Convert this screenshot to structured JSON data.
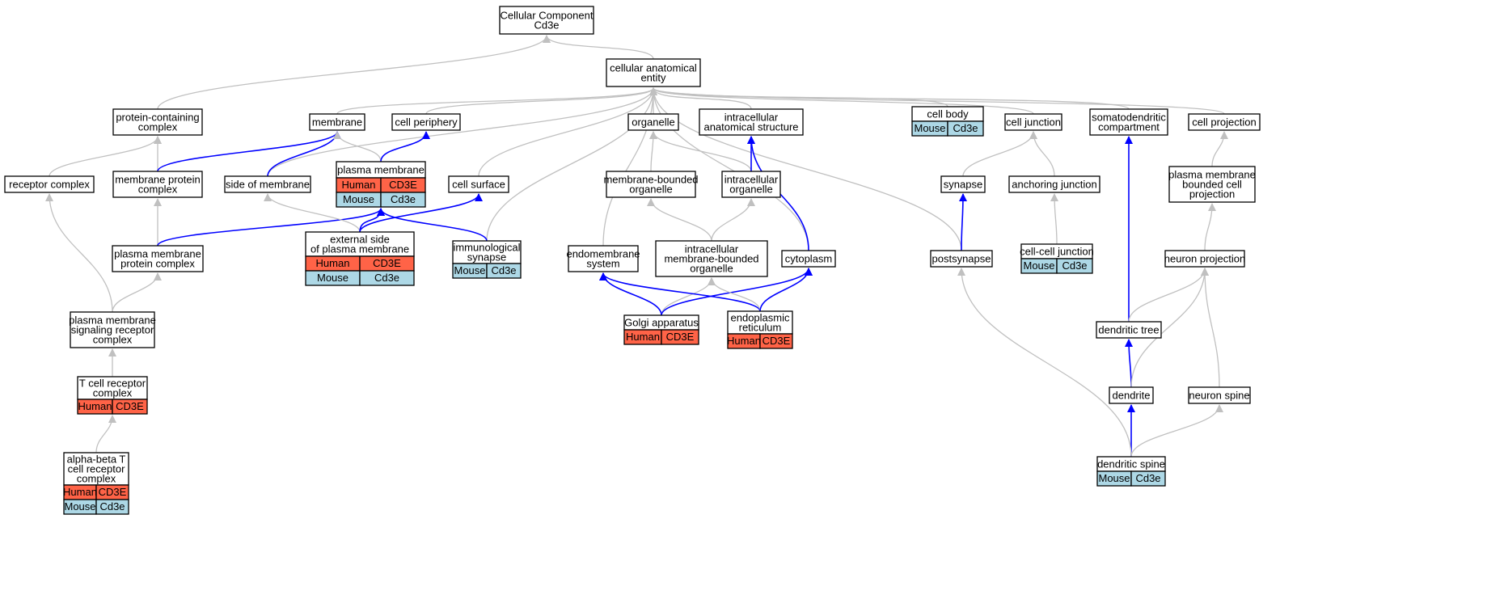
{
  "colors": {
    "edge_gray": "#c0c0c0",
    "edge_blue": "#0000ff",
    "human": "#ff6347",
    "mouse": "#add8e6"
  },
  "nodes": {
    "root": {
      "lines": [
        "Cellular Component",
        "Cd3e"
      ]
    },
    "cae": {
      "lines": [
        "cellular anatomical",
        "entity"
      ]
    },
    "pcc": {
      "lines": [
        "protein-containing",
        "complex"
      ]
    },
    "membrane": {
      "lines": [
        "membrane"
      ]
    },
    "cellperiph": {
      "lines": [
        "cell periphery"
      ]
    },
    "organelle": {
      "lines": [
        "organelle"
      ]
    },
    "ias": {
      "lines": [
        "intracellular",
        "anatomical structure"
      ]
    },
    "cellbody": {
      "lines": [
        "cell body"
      ],
      "rows": [
        [
          "Mouse",
          "Cd3e"
        ]
      ]
    },
    "celljunction": {
      "lines": [
        "cell junction"
      ]
    },
    "somato": {
      "lines": [
        "somatodendritic",
        "compartment"
      ]
    },
    "cellproj": {
      "lines": [
        "cell projection"
      ]
    },
    "receptor": {
      "lines": [
        "receptor complex"
      ]
    },
    "mpc": {
      "lines": [
        "membrane protein",
        "complex"
      ]
    },
    "sidemem": {
      "lines": [
        "side of membrane"
      ]
    },
    "pm": {
      "lines": [
        "plasma membrane"
      ],
      "rows": [
        [
          "Human",
          "CD3E"
        ],
        [
          "Mouse",
          "Cd3e"
        ]
      ]
    },
    "cellsurface": {
      "lines": [
        "cell surface"
      ]
    },
    "mbo": {
      "lines": [
        "membrane-bounded",
        "organelle"
      ]
    },
    "io": {
      "lines": [
        "intracellular",
        "organelle"
      ]
    },
    "synapse": {
      "lines": [
        "synapse"
      ]
    },
    "anchoring": {
      "lines": [
        "anchoring junction"
      ]
    },
    "pmbcp": {
      "lines": [
        "plasma membrane",
        "bounded cell",
        "projection"
      ]
    },
    "pmpc": {
      "lines": [
        "plasma membrane",
        "protein complex"
      ]
    },
    "esopm": {
      "lines": [
        "external side",
        "of plasma membrane"
      ],
      "rows": [
        [
          "Human",
          "CD3E"
        ],
        [
          "Mouse",
          "Cd3e"
        ]
      ]
    },
    "immsyn": {
      "lines": [
        "immunological",
        "synapse"
      ],
      "rows": [
        [
          "Mouse",
          "Cd3e"
        ]
      ]
    },
    "endomem": {
      "lines": [
        "endomembrane",
        "system"
      ]
    },
    "imbo": {
      "lines": [
        "intracellular",
        "membrane-bounded",
        "organelle"
      ]
    },
    "cytoplasm": {
      "lines": [
        "cytoplasm"
      ]
    },
    "postsyn": {
      "lines": [
        "postsynapse"
      ]
    },
    "ccj": {
      "lines": [
        "cell-cell junction"
      ],
      "rows": [
        [
          "Mouse",
          "Cd3e"
        ]
      ]
    },
    "neuronproj": {
      "lines": [
        "neuron projection"
      ]
    },
    "pmsrc": {
      "lines": [
        "plasma membrane",
        "signaling receptor",
        "complex"
      ]
    },
    "golgi": {
      "lines": [
        "Golgi apparatus"
      ],
      "rows": [
        [
          "Human",
          "CD3E"
        ]
      ]
    },
    "er": {
      "lines": [
        "endoplasmic",
        "reticulum"
      ],
      "rows": [
        [
          "Human",
          "CD3E"
        ]
      ]
    },
    "dendtree": {
      "lines": [
        "dendritic tree"
      ]
    },
    "tcr": {
      "lines": [
        "T cell receptor",
        "complex"
      ],
      "rows": [
        [
          "Human",
          "CD3E"
        ]
      ]
    },
    "dendrite": {
      "lines": [
        "dendrite"
      ]
    },
    "nspine": {
      "lines": [
        "neuron spine"
      ]
    },
    "abtcr": {
      "lines": [
        "alpha-beta T",
        "cell receptor",
        "complex"
      ],
      "rows": [
        [
          "Human",
          "CD3E"
        ],
        [
          "Mouse",
          "Cd3e"
        ]
      ]
    },
    "dspine": {
      "lines": [
        "dendritic spine"
      ],
      "rows": [
        [
          "Mouse",
          "Cd3e"
        ]
      ]
    }
  },
  "edges": [
    {
      "from": "cae",
      "to": "root",
      "color": "gray"
    },
    {
      "from": "pcc",
      "to": "root",
      "color": "gray"
    },
    {
      "from": "membrane",
      "to": "cae",
      "color": "gray"
    },
    {
      "from": "cellperiph",
      "to": "cae",
      "color": "gray"
    },
    {
      "from": "organelle",
      "to": "cae",
      "color": "gray"
    },
    {
      "from": "ias",
      "to": "cae",
      "color": "gray"
    },
    {
      "from": "cellbody",
      "to": "cae",
      "color": "gray"
    },
    {
      "from": "celljunction",
      "to": "cae",
      "color": "gray"
    },
    {
      "from": "somato",
      "to": "cae",
      "color": "gray"
    },
    {
      "from": "cellproj",
      "to": "cae",
      "color": "gray"
    },
    {
      "from": "sidemem",
      "to": "cae",
      "color": "gray"
    },
    {
      "from": "cellsurface",
      "to": "cae",
      "color": "gray"
    },
    {
      "from": "immsyn",
      "to": "cae",
      "color": "gray"
    },
    {
      "from": "endomem",
      "to": "cae",
      "color": "gray"
    },
    {
      "from": "cytoplasm",
      "to": "cae",
      "color": "gray"
    },
    {
      "from": "postsyn",
      "to": "cae",
      "color": "gray"
    },
    {
      "from": "receptor",
      "to": "pcc",
      "color": "gray"
    },
    {
      "from": "mpc",
      "to": "pcc",
      "color": "gray"
    },
    {
      "from": "mpc",
      "to": "membrane",
      "color": "blue"
    },
    {
      "from": "sidemem",
      "to": "membrane",
      "color": "blue"
    },
    {
      "from": "pm",
      "to": "membrane",
      "color": "gray"
    },
    {
      "from": "pm",
      "to": "cellperiph",
      "color": "blue"
    },
    {
      "from": "pmpc",
      "to": "mpc",
      "color": "gray"
    },
    {
      "from": "pmpc",
      "to": "pm",
      "color": "blue"
    },
    {
      "from": "esopm",
      "to": "sidemem",
      "color": "gray"
    },
    {
      "from": "esopm",
      "to": "pm",
      "color": "blue"
    },
    {
      "from": "esopm",
      "to": "cellsurface",
      "color": "blue"
    },
    {
      "from": "immsyn",
      "to": "pm",
      "color": "blue"
    },
    {
      "from": "mbo",
      "to": "organelle",
      "color": "gray"
    },
    {
      "from": "io",
      "to": "organelle",
      "color": "gray"
    },
    {
      "from": "io",
      "to": "ias",
      "color": "blue"
    },
    {
      "from": "cytoplasm",
      "to": "ias",
      "color": "blue"
    },
    {
      "from": "imbo",
      "to": "mbo",
      "color": "gray"
    },
    {
      "from": "imbo",
      "to": "io",
      "color": "gray"
    },
    {
      "from": "golgi",
      "to": "endomem",
      "color": "blue"
    },
    {
      "from": "golgi",
      "to": "imbo",
      "color": "gray"
    },
    {
      "from": "golgi",
      "to": "cytoplasm",
      "color": "blue"
    },
    {
      "from": "er",
      "to": "endomem",
      "color": "blue"
    },
    {
      "from": "er",
      "to": "imbo",
      "color": "gray"
    },
    {
      "from": "er",
      "to": "cytoplasm",
      "color": "blue"
    },
    {
      "from": "pmsrc",
      "to": "receptor",
      "color": "gray"
    },
    {
      "from": "pmsrc",
      "to": "pmpc",
      "color": "gray"
    },
    {
      "from": "tcr",
      "to": "pmsrc",
      "color": "gray"
    },
    {
      "from": "abtcr",
      "to": "tcr",
      "color": "gray"
    },
    {
      "from": "synapse",
      "to": "celljunction",
      "color": "gray"
    },
    {
      "from": "anchoring",
      "to": "celljunction",
      "color": "gray"
    },
    {
      "from": "ccj",
      "to": "anchoring",
      "color": "gray"
    },
    {
      "from": "postsyn",
      "to": "synapse",
      "color": "blue"
    },
    {
      "from": "pmbcp",
      "to": "cellproj",
      "color": "gray"
    },
    {
      "from": "neuronproj",
      "to": "pmbcp",
      "color": "gray"
    },
    {
      "from": "dendtree",
      "to": "somato",
      "color": "blue"
    },
    {
      "from": "dendtree",
      "to": "neuronproj",
      "color": "gray"
    },
    {
      "from": "dendrite",
      "to": "dendtree",
      "color": "blue"
    },
    {
      "from": "dendrite",
      "to": "neuronproj",
      "color": "gray"
    },
    {
      "from": "nspine",
      "to": "neuronproj",
      "color": "gray"
    },
    {
      "from": "dspine",
      "to": "dendrite",
      "color": "blue"
    },
    {
      "from": "dspine",
      "to": "nspine",
      "color": "gray"
    },
    {
      "from": "dspine",
      "to": "postsyn",
      "color": "gray"
    }
  ]
}
